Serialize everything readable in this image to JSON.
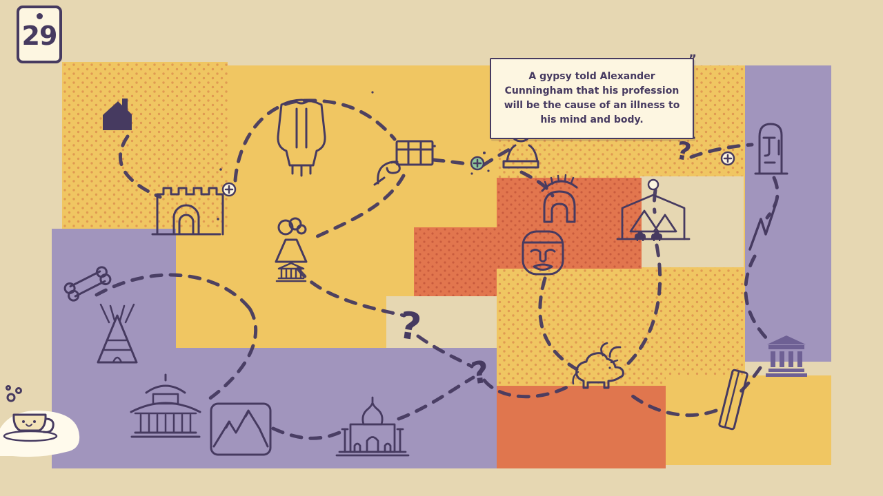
{
  "hud": {
    "counter_value": "29"
  },
  "tooltip": {
    "text": "A gypsy told Alexander Cunningham that his profession will be the cause of an illness to his mind and body.",
    "quote_mark": "”"
  },
  "map": {
    "pois": [
      "house",
      "castle-gate",
      "armor-cuirass",
      "hand-with-crate",
      "bust-statue",
      "volcano-temple",
      "spartan-helmet",
      "olmec-head",
      "camel-caravan",
      "moai",
      "bone",
      "teepee",
      "pagoda",
      "mountains",
      "taj-mahal",
      "zebu-bull",
      "greek-temple",
      "leaning-tower",
      "zigzag-peaks"
    ],
    "question_markers": 3,
    "plus_markers": 3,
    "node_markers": 1
  },
  "colors": {
    "background": "#e6d7b2",
    "yellow": "#f0c662",
    "yellow_dots": "#e09a52",
    "orange": "#e2764e",
    "orange_dots": "#c95c3e",
    "purple": "#a195bd",
    "purple_dark": "#6e6094",
    "ink": "#463a60",
    "cream": "#fdf6e1",
    "plus_green": "#8fc79b"
  },
  "mascot": {
    "type": "teacup"
  }
}
